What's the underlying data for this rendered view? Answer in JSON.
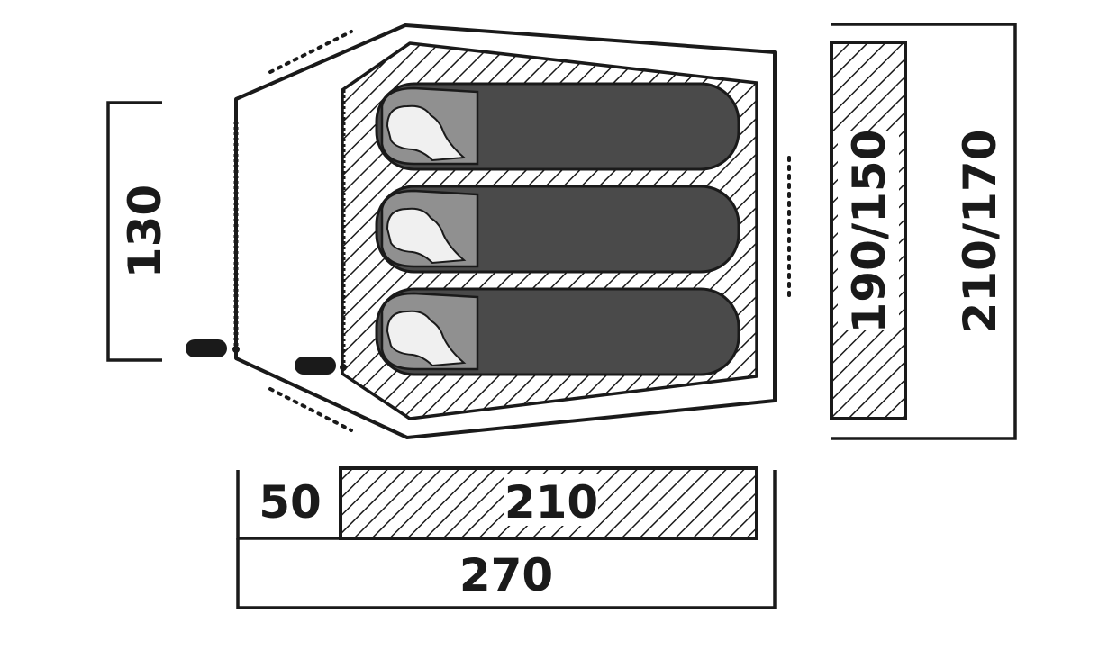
{
  "dimensions": {
    "vestibule_width": "130",
    "vestibule_depth": "50",
    "inner_length": "210",
    "total_length": "270",
    "inner_width": "190/150",
    "outer_width": "210/170"
  },
  "sleeping_bags": [
    {
      "label": ""
    },
    {
      "label": ""
    },
    {
      "label": ""
    }
  ],
  "colors": {
    "line": "#1a1a1a",
    "sleeping_bag": "#4a4a4a",
    "hood": "#909090",
    "background": "#ffffff"
  }
}
